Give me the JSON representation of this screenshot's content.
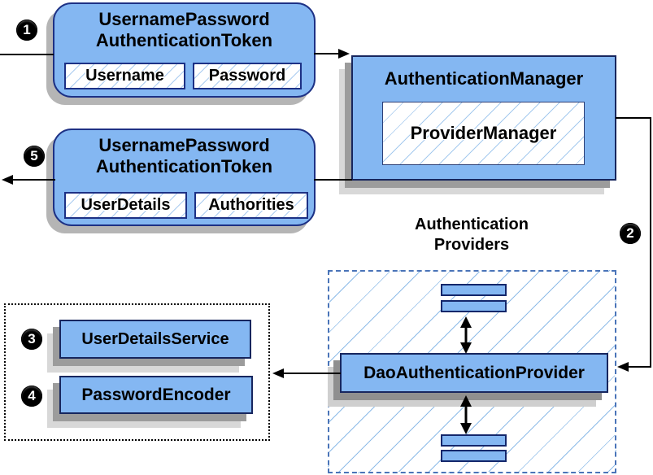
{
  "colors": {
    "node_fill": "#84b7f2",
    "node_border_navy": "#1d3185",
    "rect_border": "#17265e",
    "hatch_line": "#a5c9ee",
    "dashed_border": "#4a74b8",
    "shadow_dark": "#9c9c9c",
    "shadow_light": "#d8d8d8",
    "arrow": "#000000"
  },
  "nodes": {
    "request_token": {
      "step": "1",
      "title_line1": "UsernamePassword",
      "title_line2": "AuthenticationToken",
      "field1": "Username",
      "field2": "Password"
    },
    "authentication_manager": {
      "title": "AuthenticationManager",
      "inner": "ProviderManager"
    },
    "response_token": {
      "step": "5",
      "title_line1": "UsernamePassword",
      "title_line2": "AuthenticationToken",
      "field1": "UserDetails",
      "field2": "Authorities"
    },
    "authentication_providers": {
      "step": "2",
      "label_line1": "Authentication",
      "label_line2": "Providers",
      "provider": "DaoAuthenticationProvider"
    },
    "user_details_service": {
      "step": "3",
      "label": "UserDetailsService"
    },
    "password_encoder": {
      "step": "4",
      "label": "PasswordEncoder"
    }
  }
}
